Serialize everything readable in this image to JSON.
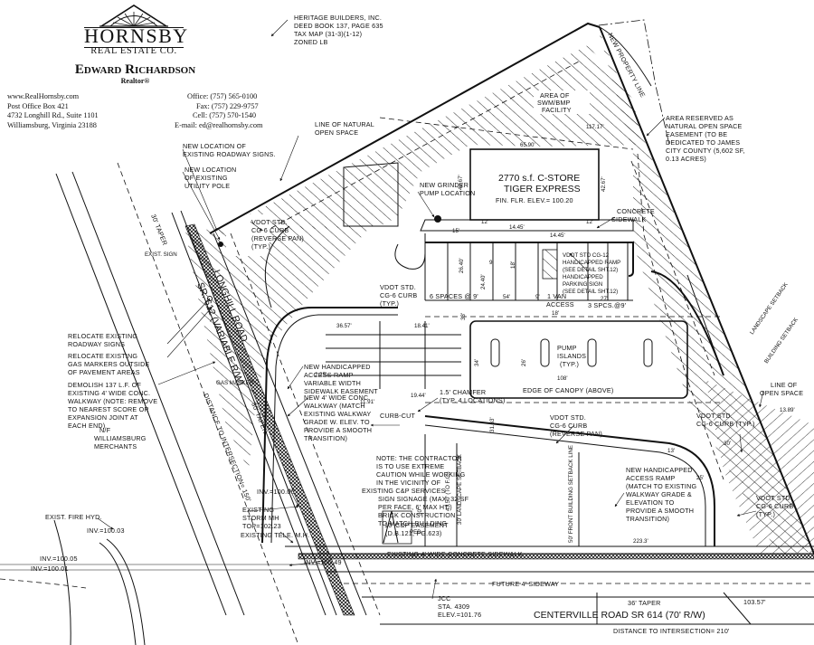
{
  "brand": {
    "name": "HORNSBY",
    "subtitle": "REAL ESTATE CO.",
    "agent_name": "Edward Richardson",
    "agent_title": "Realtor®"
  },
  "contact": {
    "website": "www.RealHornsby.com",
    "po_box": "Post Office Box 421",
    "street": "4732 Longhill Rd., Suite 1101",
    "city": "Williamsburg, Virginia 23188",
    "office": "Office: (757) 565-0100",
    "fax": "Fax: (757) 229-9757",
    "cell": "Cell: (757) 570-1540",
    "email": "E-mail: ed@realhornsby.com"
  },
  "plan": {
    "heritage": [
      "HERITAGE BUILDERS, INC.",
      "DEED BOOK 137, PAGE 635",
      "TAX MAP (31-3)(1-12)",
      "ZONED LB"
    ],
    "new_property_line": "NEW PROPERTY LINE",
    "swm_bmp": [
      "AREA OF",
      "SWM/BMP",
      "FACILITY"
    ],
    "natural_open_space": [
      "LINE OF NATURAL",
      "OPEN SPACE"
    ],
    "area_reserved": [
      "AREA RESERVED AS",
      "NATURAL OPEN SPACE",
      "EASEMENT (TO BE",
      "DEDICATED TO JAMES",
      "CITY COUNTY (5,602 SF,",
      "0.13 ACRES)"
    ],
    "roadway_signs_location": [
      "NEW LOCATION OF",
      "EXISTING ROADWAY SIGNS."
    ],
    "utility_pole_location": [
      "NEW LOCATION",
      "OF EXISTING",
      "UTILITY POLE"
    ],
    "grinder_pump": [
      "NEW GRINDER",
      "PUMP LOCATION"
    ],
    "building_area": "2770 s.f. C-STORE",
    "building_name": "TIGER EXPRESS",
    "floor_elev": "FIN. FLR. ELEV.= 100.20",
    "concrete_sidewalk": [
      "CONCRETE",
      "SIDEWALK"
    ],
    "curb_reverse_pan_left": [
      "VDOT STD.",
      "CG-6 CURB",
      "(REVERSE PAN)",
      "(TYP.)"
    ],
    "handicapped_ramp": [
      "VDOT STD CG-12",
      "HANDICAPPED RAMP",
      "(SEE DETAIL SHT.12)",
      "HANDICAPPED",
      "PARKING SIGN",
      "(SEE DETAIL SHT.12)"
    ],
    "curb_typ_left": [
      "VDOT STD.",
      "CG-6 CURB",
      "(TYP.)"
    ],
    "six_spaces": "6 SPACES @ 9'",
    "one_van": [
      "1 VAN",
      "ACCESS"
    ],
    "three_spcs": "3 SPCS.@9'",
    "pump_islands": [
      "PUMP",
      "ISLANDS",
      "(TYP.)"
    ],
    "relocate_signs": [
      "RELOCATE EXISTING",
      "ROADWAY SIGNS"
    ],
    "relocate_gas": [
      "RELOCATE EXISTING",
      "GAS MARKERS OUTSIDE",
      "OF PAVEMENT AREAS"
    ],
    "demolish": [
      "DEMOLISH 137 L.F. OF",
      "EXISTING 4' WIDE CONC.",
      "WALKWAY (NOTE: REMOVE",
      "TO NEAREST SCORE OR",
      "EXPANSION JOINT AT",
      "EACH END)"
    ],
    "williamsburg_merchants": [
      "N/F",
      "WILLIAMSBURG",
      "MERCHANTS"
    ],
    "new_handicapped_left": [
      "NEW HANDICAPPED",
      "ACCESS RAMP",
      "VARIABLE WIDTH",
      "SIDEWALK EASEMENT"
    ],
    "new_walkway": [
      "NEW 4' WIDE CONC.",
      "WALKWAY (MATCH",
      "EXISTING WALKWAY",
      "GRADE W. ELEV. TO",
      "PROVIDE A SMOOTH",
      "TRANSITION)"
    ],
    "curb_cut": "CURB-CUT",
    "chamfer": [
      "1.5' CHAMFER",
      "(TYP. 4 LOCATIONS)"
    ],
    "edge_of_canopy": "EDGE OF CANOPY (ABOVE)",
    "curb_reverse_pan_mid": [
      "VDOT STD.",
      "CG-6 CURB",
      "(REVERSE PAN)"
    ],
    "curb_typ_right": [
      "VDOT STD.",
      "CG-6 CURB (TYP.)"
    ],
    "curb_typ_right2": [
      "VDOT STD.",
      "CG-6 CURB",
      "(TYP.)"
    ],
    "line_open_space_right": [
      "LINE OF",
      "OPEN SPACE"
    ],
    "note_contractor": [
      "NOTE: THE CONTRACTOR",
      "IS TO USE EXTREME",
      "CAUTION WHILE WORKING",
      "IN THE VICINITY OF",
      "EXISTING C&P SERVICES"
    ],
    "sign_signage": [
      "SIGN SIGNAGE (MAX. 32 SF",
      "PER FACE, 6' MAX HT.)",
      "BRICK CONSTRUCTION",
      "TO MATCH BUILDING"
    ],
    "cp_easement": [
      "10' C&P EASEMENT",
      "(D.B.121, PG.623)"
    ],
    "new_handicapped_right": [
      "NEW HANDICAPPED",
      "ACCESS RAMP",
      "(MATCH TO EXISTING",
      "WALKWAY GRADE &",
      "ELEVATION TO",
      "PROVIDE A SMOOTH",
      "TRANSITION)"
    ],
    "inv_10006": "INV.=100.06",
    "existing_storm_mh": [
      "EXISTING",
      "STORM MH",
      "TOP=102.23"
    ],
    "exist_fire_hyd": "EXIST. FIRE HYD.",
    "inv_10003": "INV.=100.03",
    "inv_10005": "INV.=100.05",
    "inv_10001": "INV.=100.01",
    "existing_tele": "EXISTING TELE. M.H.",
    "inv_10049": "INV.=100.49",
    "existing_sidewalk": "EXISTING 4' WIDE CONCRETE SIDEWALK",
    "future_sideway": "FUTURE 4' SIDEWAY",
    "jcc": [
      "JCC",
      "STA. 4309",
      "ELEV.=101.76"
    ],
    "centerville": "CENTERVILLE ROAD SR 614  (70' R/W)",
    "distance_210": "DISTANCE TO INTERSECTION= 210'",
    "taper_36": "36' TAPER",
    "dim_10357": "103.57'",
    "longhill": "LONGHILL ROAD",
    "sr612": "SR. 612 (VARIABLE R/W)",
    "taper_30_top": "30' TAPER",
    "taper_30_bot": "30' TAPER",
    "dist_150": "DISTANCE TO INTERSECTION= 150'",
    "exist_sign": "EXIST. SIGN",
    "gas_marker": "GAS MARKER",
    "ped": "PED.",
    "dims": {
      "d6590": "65.90'",
      "d4267a": "42.67'",
      "d4267b": "42.67'",
      "d11717": "117.17'",
      "d15": "15'",
      "d12a": "12'",
      "d1445a": "14.45'",
      "d1445b": "14.45'",
      "d12b": "12'",
      "d9": "9'",
      "d18a": "18'",
      "d2640": "26.40'",
      "d2440": "24.40'",
      "d54": "54'",
      "d9b": "9'",
      "d18b": "18'",
      "d27": "27'",
      "d3657": "36.57'",
      "d1841": "18.41'",
      "d225": "2.25'",
      "d1191": "11.91'",
      "d1944": "19.44'",
      "d108": "108'",
      "d34": "34'",
      "d26": "26'",
      "d33": "33'",
      "d3163": "31.63'",
      "d30a": "30'",
      "d30b": "30'",
      "d25a": "25'",
      "d13": "13'",
      "d1389": "13.89'",
      "d2233": "223.3'",
      "d4350": "43.50' (TO F.C.)",
      "landscape": "30' LANDSCAPE SETBACK",
      "bldg_setback": "50' FRONT BUILDING SETBACK LINE",
      "landscape_right": "LANDSCAPE SETBACK",
      "bldg_setback_right": "BUILDING SETBACK"
    }
  }
}
